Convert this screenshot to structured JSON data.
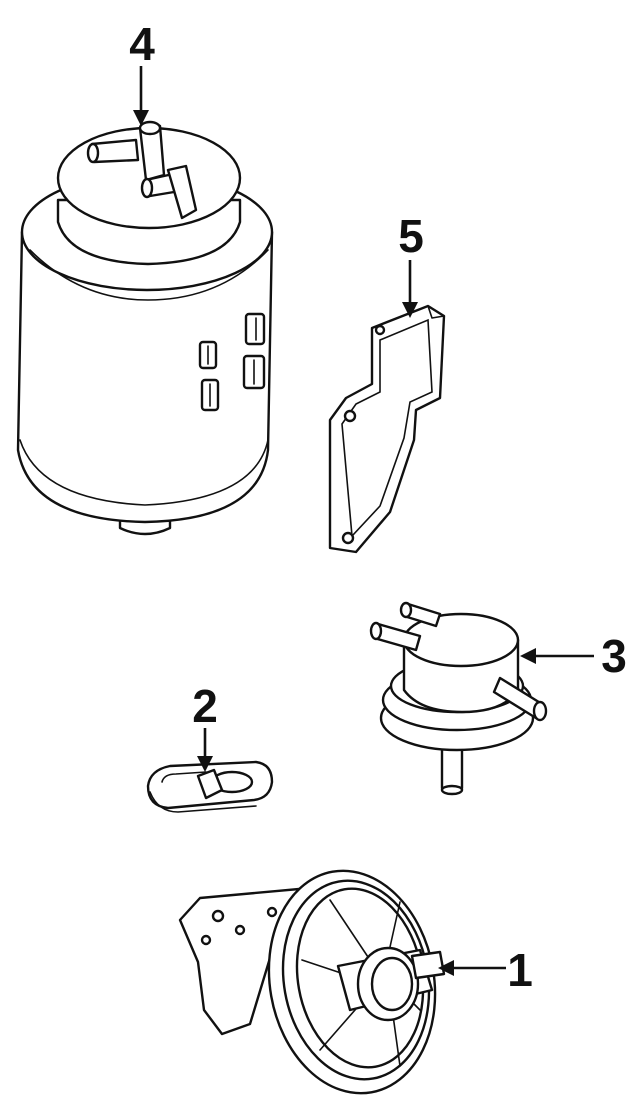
{
  "diagram": {
    "callouts": [
      {
        "id": "part-1",
        "label": "1"
      },
      {
        "id": "part-2",
        "label": "2"
      },
      {
        "id": "part-3",
        "label": "3"
      },
      {
        "id": "part-4",
        "label": "4"
      },
      {
        "id": "part-5",
        "label": "5"
      }
    ]
  }
}
